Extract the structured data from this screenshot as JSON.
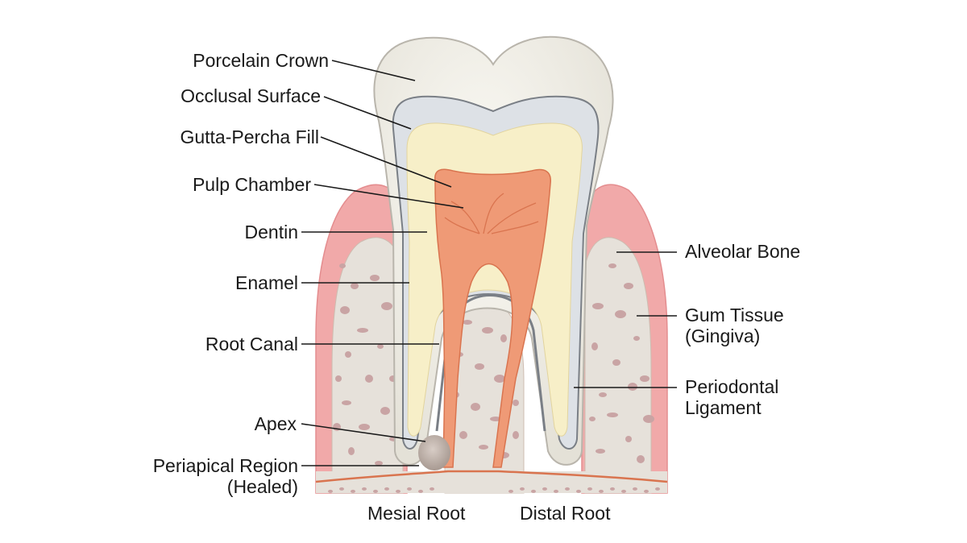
{
  "labels": {
    "porcelain_crown": "Porcelain Crown",
    "occlusal_surface": "Occlusal Surface",
    "gutta_percha_fill": "Gutta-Percha Fill",
    "pulp_chamber": "Pulp Chamber",
    "dentin": "Dentin",
    "enamel": "Enamel",
    "root_canal": "Root Canal",
    "apex": "Apex",
    "periapical_region_line1": "Periapical Region",
    "periapical_region_line2": "(Healed)",
    "alveolar_bone": "Alveolar Bone",
    "gum_tissue_line1": "Gum Tissue",
    "gum_tissue_line2": "(Gingiva)",
    "periodontal_line1": "Periodontal",
    "periodontal_line2": "Ligament",
    "mesial_root": "Mesial Root",
    "distal_root": "Distal Root"
  },
  "colors": {
    "gum": "#f1a9a9",
    "gum_dark": "#e48d8f",
    "bone": "#e6e1da",
    "bone_pore": "#c9a4a4",
    "crown": "#f3f1ea",
    "crown_edge": "#b9b5ac",
    "enamel_band": "#dde1e6",
    "enamel_line": "#7a7f86",
    "dentin": "#f7efc8",
    "pulp": "#ef9a76",
    "pulp_edge": "#d9744f",
    "apex_lesion": "#b8aaa2",
    "leader": "#1a1a1a"
  }
}
